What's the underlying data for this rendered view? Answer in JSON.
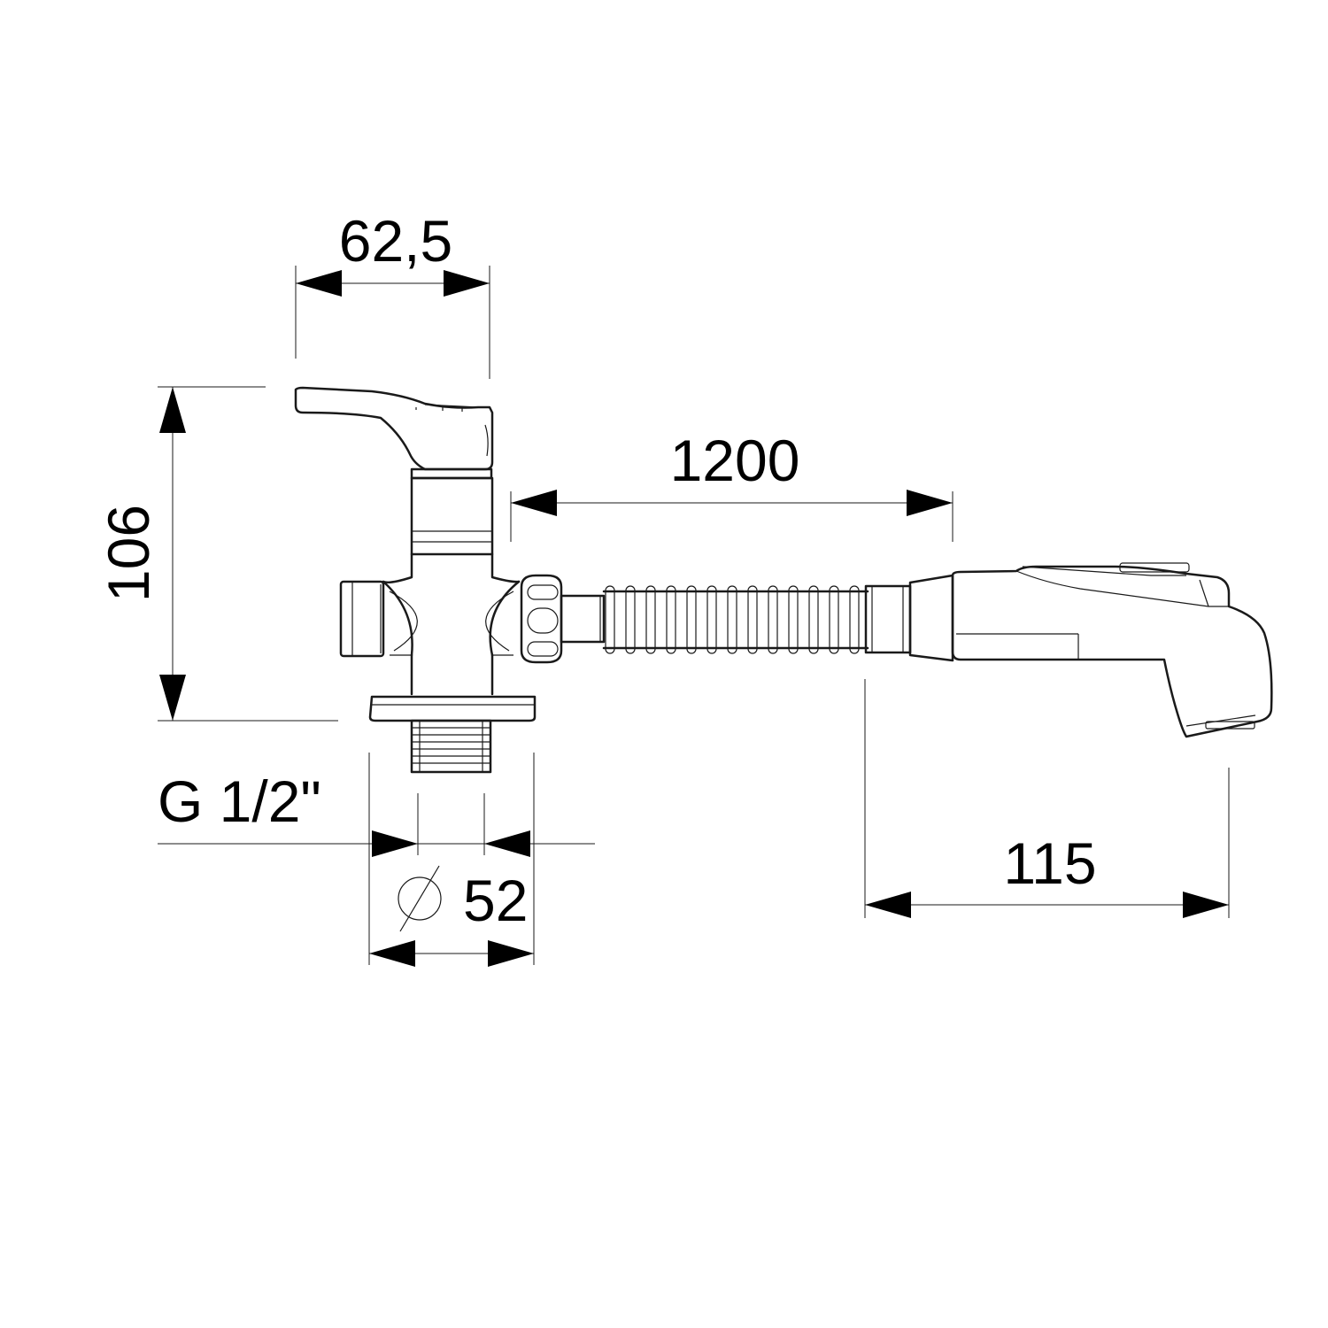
{
  "dimensions": {
    "lever_width": "62,5",
    "total_height": "106",
    "hose_length": "1200",
    "handshower_length": "115",
    "thread": "G 1/2\"",
    "flange_diameter": "52"
  },
  "colors": {
    "line": "#1a1a1a",
    "background": "#ffffff"
  }
}
